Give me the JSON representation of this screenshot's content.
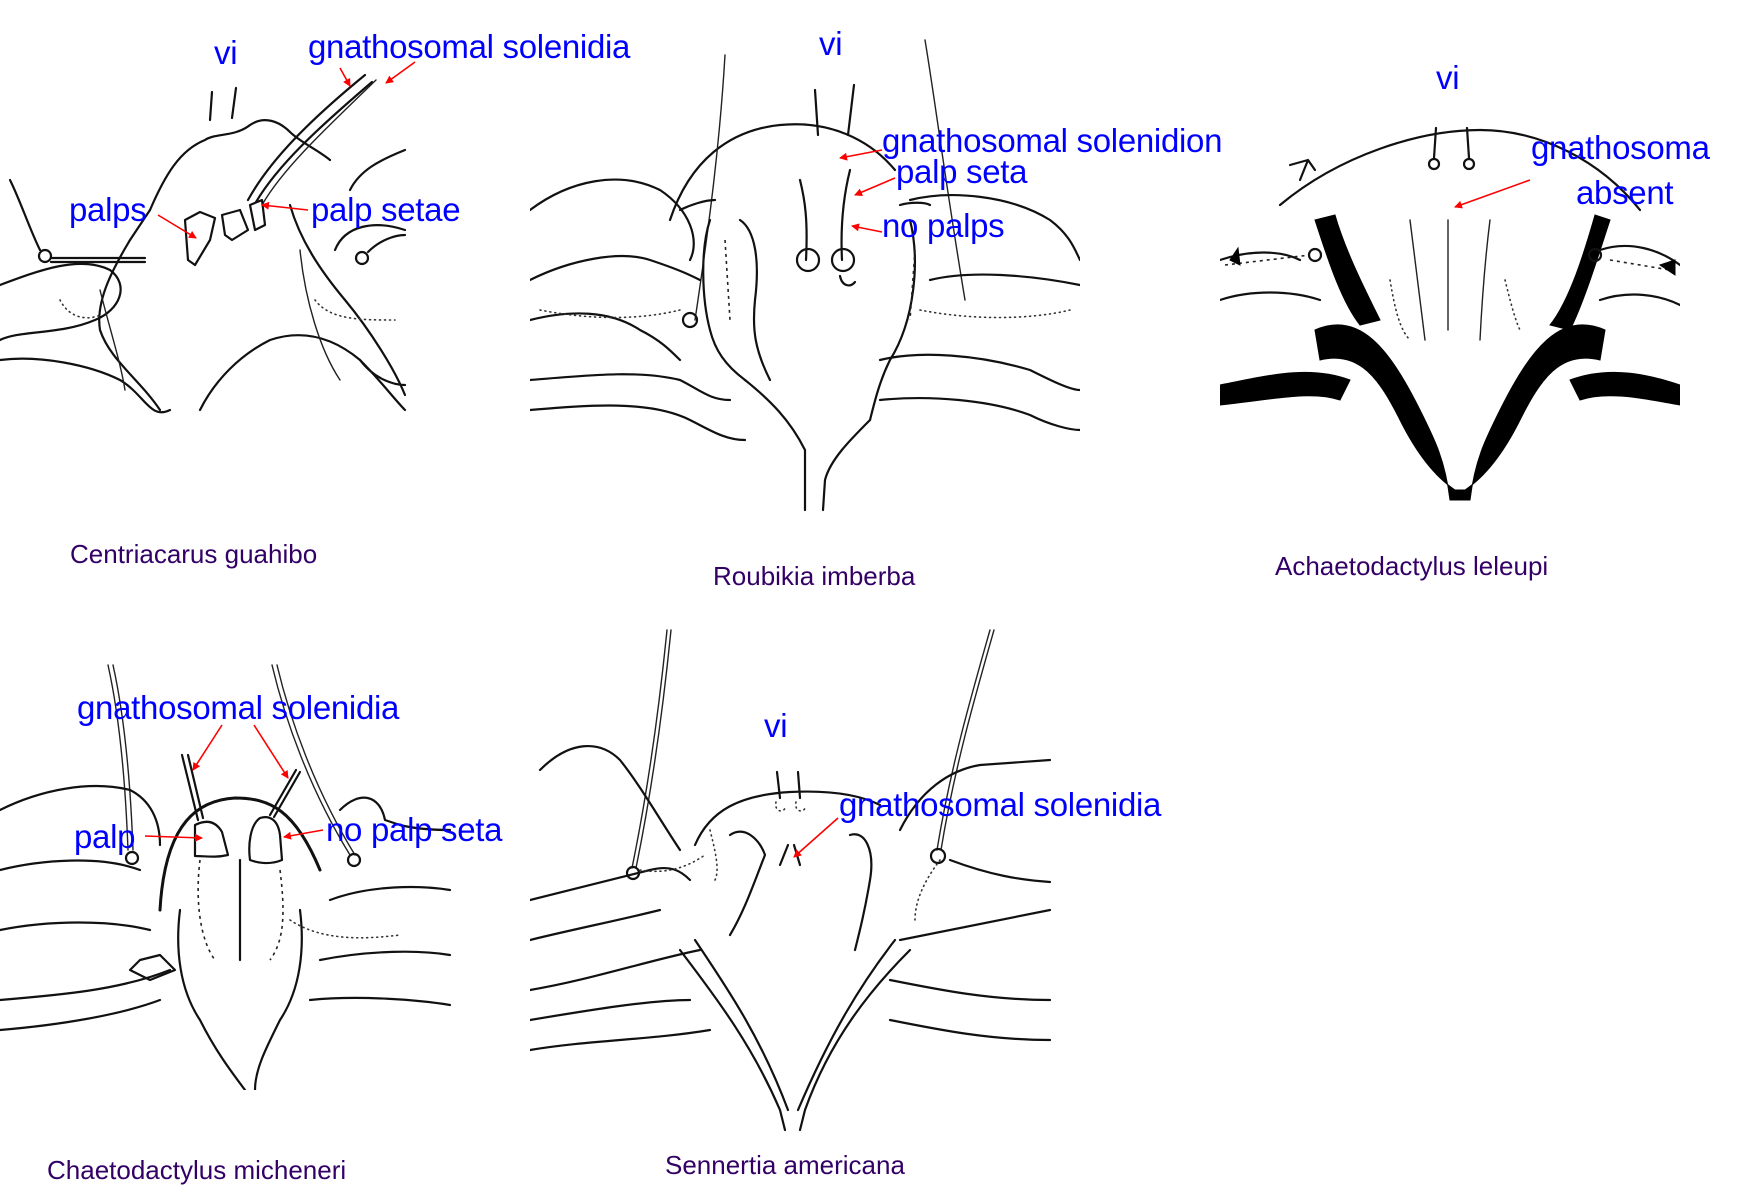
{
  "figure": {
    "label_color": "#0000ff",
    "caption_color": "#330066",
    "arrow_color": "#ff0000",
    "panels": [
      {
        "id": "centriacarus",
        "caption": "Centriacarus guahibo",
        "labels": {
          "vi": "vi",
          "gnathosomal": "gnathosomal solenidia",
          "palps": "palps",
          "palp_setae": "palp setae"
        }
      },
      {
        "id": "roubikia",
        "caption": "Roubikia imberba",
        "labels": {
          "vi": "vi",
          "gnathosomal": "gnathosomal solenidion",
          "palp_seta": "palp seta",
          "no_palps": "no palps"
        }
      },
      {
        "id": "achaetodactylus",
        "caption": "Achaetodactylus leleupi",
        "labels": {
          "vi": "vi",
          "gnathosoma": "gnathosoma",
          "absent": "absent"
        }
      },
      {
        "id": "chaetodactylus",
        "caption": "Chaetodactylus micheneri",
        "labels": {
          "gnathosomal": "gnathosomal solenidia",
          "palp": "palp",
          "no_palp_seta": "no palp seta"
        }
      },
      {
        "id": "sennertia",
        "caption": "Sennertia americana",
        "labels": {
          "vi": "vi",
          "gnathosomal": "gnathosomal solenidia"
        }
      }
    ]
  }
}
